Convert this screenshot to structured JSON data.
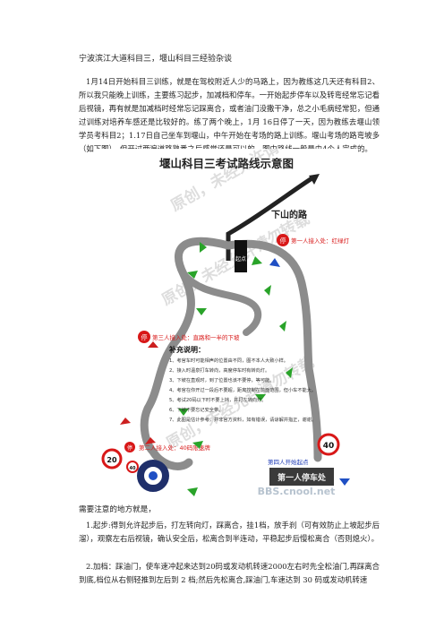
{
  "article": {
    "title": "宁波滨江大道科目三，堰山科目三经验杂谈",
    "intro": "1月14日开始科目三训练，就是在驾校附近人少的马路上，因为教练这几天还有科目2、所以我只能晚上训练，主要练习起步，加减档和停车。一开始起步停车以及转弯经常忘记看后视镜，再有就是加减档时经常忘记踩离合，或者油门没撒干净，总之小毛病经常犯，但通过训练对培养车感还是比较好的。练了两个晚上，1月 16日停了一天，因为教练去堰山领学员考科目2；1.17日自己坐车到堰山，中午开始在考场的路上训练。堰山考场的路弯坡多（如下图），但开过两遍道路熟悉之后感觉还是可以的。图中路线一般是由4个人完成的。",
    "notes_lead": "需要注意的地方就是，",
    "step1": "1.起步:得到允许起步后，打左转向灯，踩离合，挂1档，放手刹（可有效防止上坡起步后溜），观察左右后视镜，确认安全后，松离合到半连动，平稳起步后慢松离合（否则熄火）。",
    "step2": "2.加档：踩油门，使车速冲起来达到20码或发动机转速2000左右时先全松油门,再踩离合到底,档位从右侧轻推到左后到 2 档;然后先松离合,踩油门,车速达到 30 码或发动机转速"
  },
  "map": {
    "title": "堰山科目三考试路线示意图",
    "down_road": "下山的路",
    "watermark": "原创，未经允许请勿转载",
    "watermark_site": "BBS.cnool.net",
    "start_label": "第一人停车处",
    "station": "起点",
    "stop_sign": "停",
    "limit_40": "40",
    "limit_20": "20",
    "person1": "第一人接入处：红绿灯",
    "person3": "第三人接入处：直路和一半的下坡",
    "person2": "第二人接入处：40码限速牌",
    "person4": "第四人开始起点",
    "notes_title": "补充说明：",
    "notes": [
      "1、考官车时可能相声的位置由不同，图不本人大致小样。",
      "2、接入时温泉打车转向，高度停车时有转向灯。",
      "3、下坡在直观时，到了位置也该不要停，等可能。",
      "4、考官在你开过一段后不要超，距离控制在前面范围，但小车不能大。",
      "5、考试20码以下时不要上挡，并打左转向灯。",
      "6、下坡不要忘记安全带。",
      "7、此图是估计参考，并非官方资料，如有错误，请谅解并指正，谢谢。"
    ]
  },
  "colors": {
    "road": "#8c8c8c",
    "arrow_green": "#29a329",
    "arrow_red": "#cc1f1f",
    "arrow_blue": "#1f4fc4",
    "label_red": "#d81818",
    "label_blue": "#1b39b5"
  }
}
